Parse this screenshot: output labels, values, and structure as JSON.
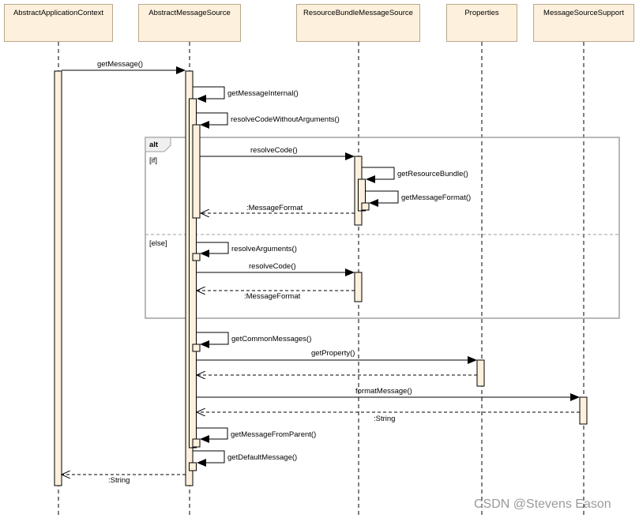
{
  "participants": [
    "AbstractApplicationContext",
    "AbstractMessageSource",
    "ResourceBundleMessageSource",
    "Properties",
    "MessageSourceSupport"
  ],
  "messages": {
    "m1": "getMessage()",
    "m2": "getMessageInternal()",
    "m3": "resolveCodeWithoutArguments()",
    "m4": "resolveCode()",
    "m5": "getResourceBundle()",
    "m6": "getMessageFormat()",
    "m7": ":MessageFormat",
    "m8": "resolveArguments()",
    "m9": "resolveCode()",
    "m10": ":MessageFormat",
    "m11": "getCommonMessages()",
    "m12": "getProperty()",
    "m13": "formatMessage()",
    "m14": ":String",
    "m15": "getMessageFromParent()",
    "m16": "getDefaultMessage()",
    "m17": ":String"
  },
  "fragment": {
    "operator": "alt",
    "guard_if": "[if]",
    "guard_else": "[else]"
  },
  "watermark": "CSDN @Stevens Eason",
  "colors": {
    "participant_fill": "#fdf0dc",
    "participant_border": "#b8a88c",
    "activation_fill": "#fdf0dc",
    "line": "#000000",
    "fragment_border": "#a0a0a0"
  }
}
